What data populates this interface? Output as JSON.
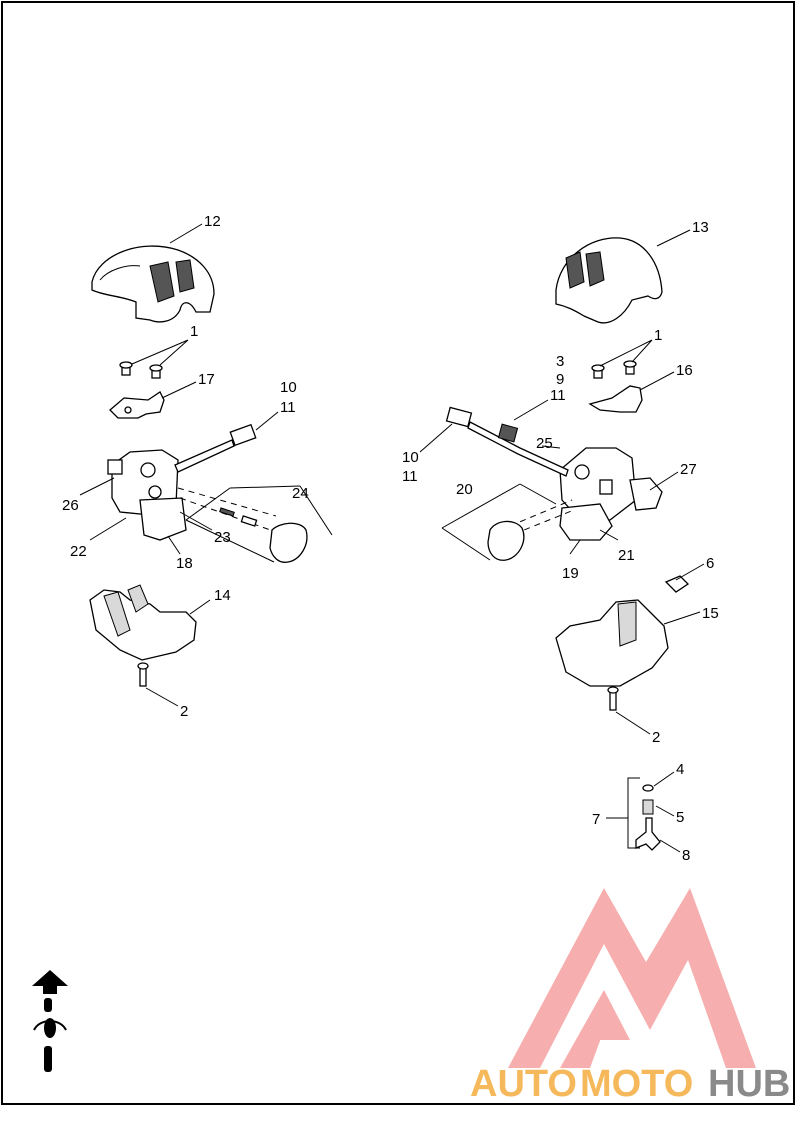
{
  "callouts": [
    "12",
    "13",
    "1",
    "1",
    "17",
    "16",
    "10",
    "11",
    "3",
    "9",
    "11",
    "10",
    "11",
    "25",
    "27",
    "26",
    "24",
    "20",
    "22",
    "23",
    "18",
    "21",
    "19",
    "6",
    "14",
    "15",
    "2",
    "2",
    "4",
    "7",
    "5",
    "8"
  ],
  "watermark": {
    "part1": "AUTO",
    "part2": "MOTO",
    "part3": "HUB",
    "color_part1": "#f5b85a",
    "color_part2": "#f5b85a",
    "color_part3": "#8a8a8a",
    "logo_color": "#f08080"
  },
  "icons": {
    "direction": "forward-arrow-icon",
    "vehicle": "motorcycle-top-view-icon"
  }
}
